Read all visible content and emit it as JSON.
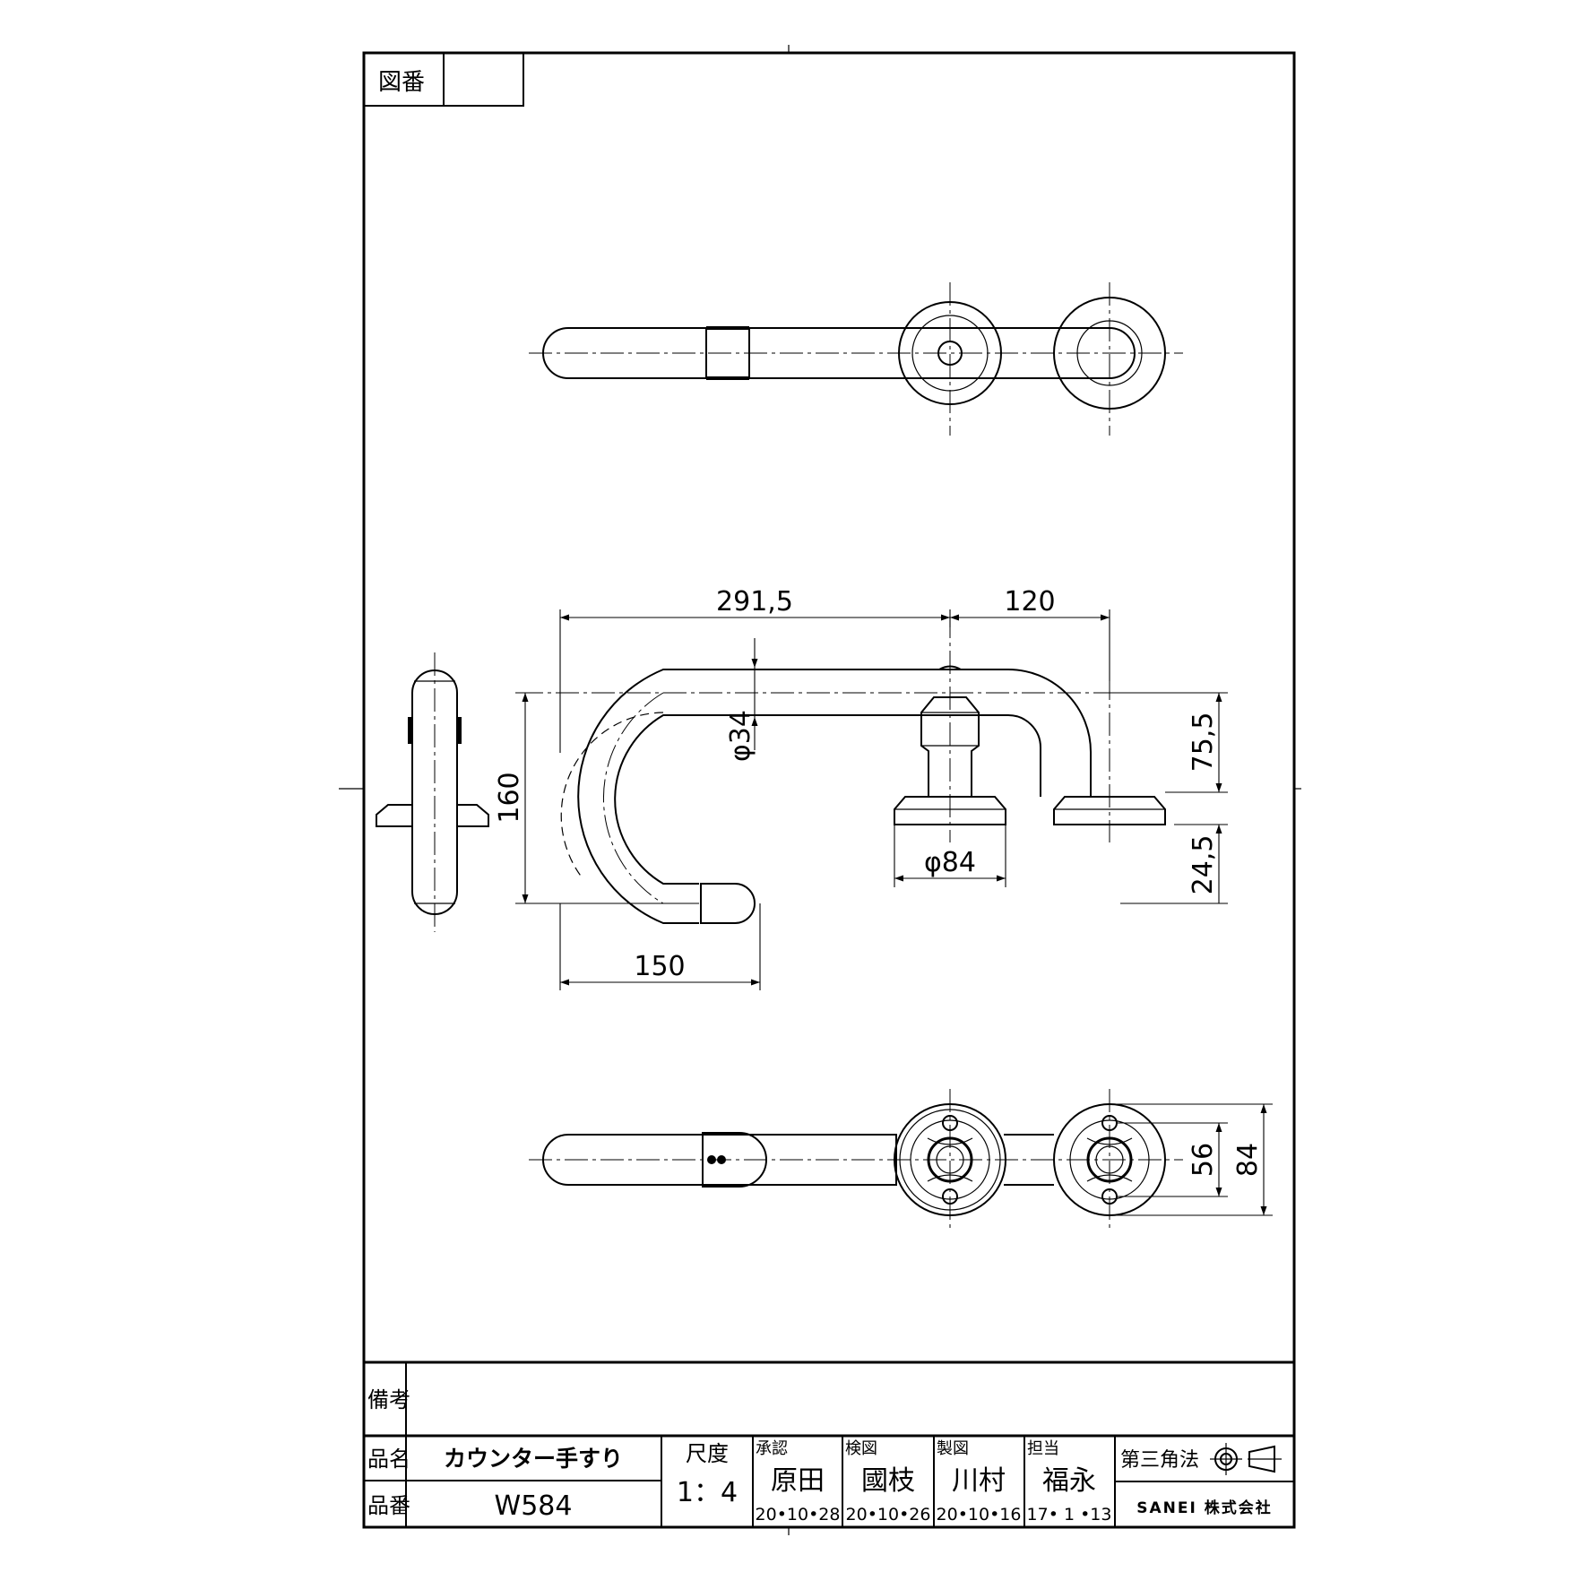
{
  "frame": {
    "drawing_number_label": "図番",
    "drawing_number_value": ""
  },
  "dimensions": {
    "d291_5": "291,5",
    "d120": "120",
    "d75_5": "75,5",
    "d24_5": "24,5",
    "d160": "160",
    "d150": "150",
    "phi34": "φ34",
    "phi84": "φ84",
    "d56": "56",
    "d84": "84"
  },
  "title_block": {
    "remarks_label": "備考",
    "remarks_value": "",
    "name_label": "品名",
    "name_value": "カウンター手すり",
    "number_label": "品番",
    "number_value": "W584",
    "scale_label": "尺度",
    "scale_value": "1：4",
    "approved_label": "承認",
    "approved_name": "原田",
    "approved_date": "20•10•28",
    "checked_label": "検図",
    "checked_name": "國枝",
    "checked_date": "20•10•26",
    "drawn_label": "製図",
    "drawn_name": "川村",
    "drawn_date": "20•10•16",
    "charge_label": "担当",
    "charge_name": "福永",
    "charge_date": "17•  1 •13",
    "projection_label": "第三角法",
    "company": "SANEI 株式会社"
  }
}
